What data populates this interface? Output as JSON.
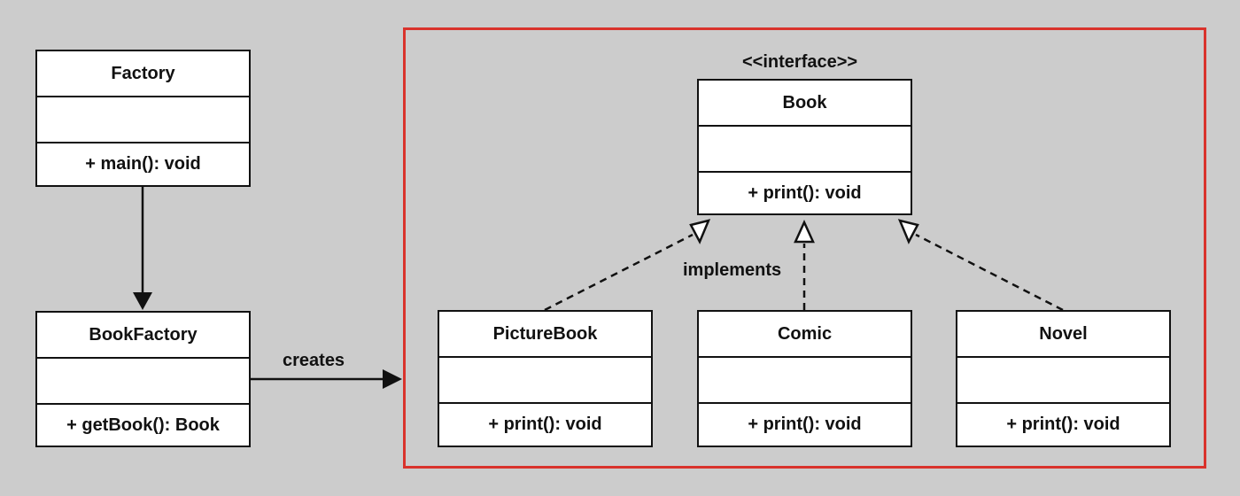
{
  "colors": {
    "background": "#cccccc",
    "frame": "#d9332c",
    "box": "#ffffff",
    "line": "#111111"
  },
  "factory": {
    "name": "Factory",
    "operation": "+ main(): void"
  },
  "book_factory": {
    "name": "BookFactory",
    "operation": "+ getBook(): Book"
  },
  "book": {
    "stereotype": "<<interface>>",
    "name": "Book",
    "operation": "+ print(): void"
  },
  "picture_book": {
    "name": "PictureBook",
    "operation": "+ print(): void"
  },
  "comic": {
    "name": "Comic",
    "operation": "+ print(): void"
  },
  "novel": {
    "name": "Novel",
    "operation": "+ print(): void"
  },
  "labels": {
    "creates": "creates",
    "implements": "implements"
  }
}
